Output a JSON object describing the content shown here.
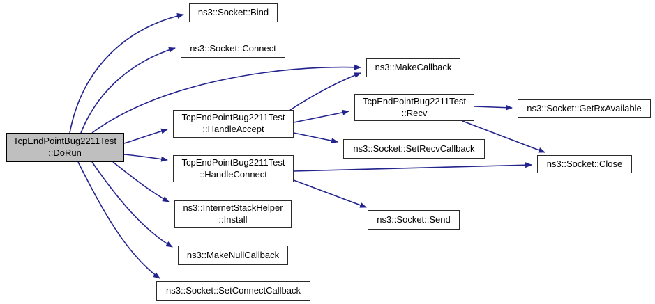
{
  "diagram": {
    "type": "call-graph",
    "description": "Doxygen call graph for TcpEndPointBug2211Test::DoRun",
    "colors": {
      "edge": "#23238e",
      "node_border": "#2b2b2b",
      "node_fill": "#ffffff",
      "highlight_fill": "#bfbfbf",
      "text": "#000000",
      "background": "#ffffff"
    },
    "nodes": [
      {
        "id": "dorun",
        "label": "TcpEndPointBug2211Test\n::DoRun",
        "highlighted": true
      },
      {
        "id": "bind",
        "label": "ns3::Socket::Bind"
      },
      {
        "id": "connect",
        "label": "ns3::Socket::Connect"
      },
      {
        "id": "makecallback",
        "label": "ns3::MakeCallback"
      },
      {
        "id": "handleaccept",
        "label": "TcpEndPointBug2211Test\n::HandleAccept"
      },
      {
        "id": "recv",
        "label": "TcpEndPointBug2211Test\n::Recv"
      },
      {
        "id": "getrxavailable",
        "label": "ns3::Socket::GetRxAvailable"
      },
      {
        "id": "setrecvcallback",
        "label": "ns3::Socket::SetRecvCallback"
      },
      {
        "id": "handleconnect",
        "label": "TcpEndPointBug2211Test\n::HandleConnect"
      },
      {
        "id": "close",
        "label": "ns3::Socket::Close"
      },
      {
        "id": "install",
        "label": "ns3::InternetStackHelper\n::Install"
      },
      {
        "id": "send",
        "label": "ns3::Socket::Send"
      },
      {
        "id": "makenullcallback",
        "label": "ns3::MakeNullCallback"
      },
      {
        "id": "setconnectcallback",
        "label": "ns3::Socket::SetConnectCallback"
      }
    ],
    "edges": [
      {
        "from": "dorun",
        "to": "bind"
      },
      {
        "from": "dorun",
        "to": "connect"
      },
      {
        "from": "dorun",
        "to": "makecallback"
      },
      {
        "from": "dorun",
        "to": "handleaccept"
      },
      {
        "from": "dorun",
        "to": "handleconnect"
      },
      {
        "from": "dorun",
        "to": "install"
      },
      {
        "from": "dorun",
        "to": "makenullcallback"
      },
      {
        "from": "dorun",
        "to": "setconnectcallback"
      },
      {
        "from": "handleaccept",
        "to": "makecallback"
      },
      {
        "from": "handleaccept",
        "to": "recv"
      },
      {
        "from": "handleaccept",
        "to": "setrecvcallback"
      },
      {
        "from": "recv",
        "to": "getrxavailable"
      },
      {
        "from": "recv",
        "to": "close"
      },
      {
        "from": "handleconnect",
        "to": "close"
      },
      {
        "from": "handleconnect",
        "to": "send"
      }
    ]
  }
}
